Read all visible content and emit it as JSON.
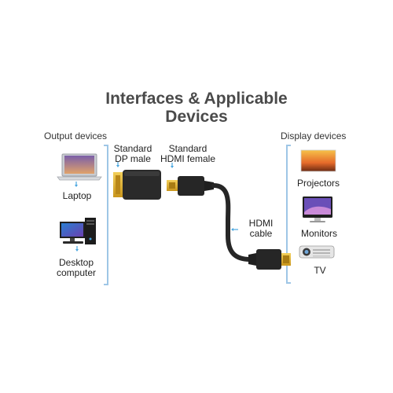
{
  "title": {
    "line1": "Interfaces & Applicable",
    "line2": "Devices"
  },
  "output_section": {
    "heading": "Output devices",
    "devices": [
      {
        "label": "Laptop"
      },
      {
        "label": "Desktop\ncomputer"
      }
    ]
  },
  "connectors": {
    "dp": {
      "line1": "Standard",
      "line2": "DP male"
    },
    "hdmi_female": {
      "line1": "Standard",
      "line2": "HDMI female"
    },
    "hdmi_cable": {
      "line1": "HDMI",
      "line2": "cable"
    }
  },
  "display_section": {
    "heading": "Display devices",
    "devices": [
      {
        "label": "Projectors"
      },
      {
        "label": "Monitors"
      },
      {
        "label": "TV"
      }
    ]
  },
  "colors": {
    "accent": "#9ec6e6",
    "gold": "#e0b12f",
    "cable": "#262626",
    "title": "#4a4a4a"
  }
}
